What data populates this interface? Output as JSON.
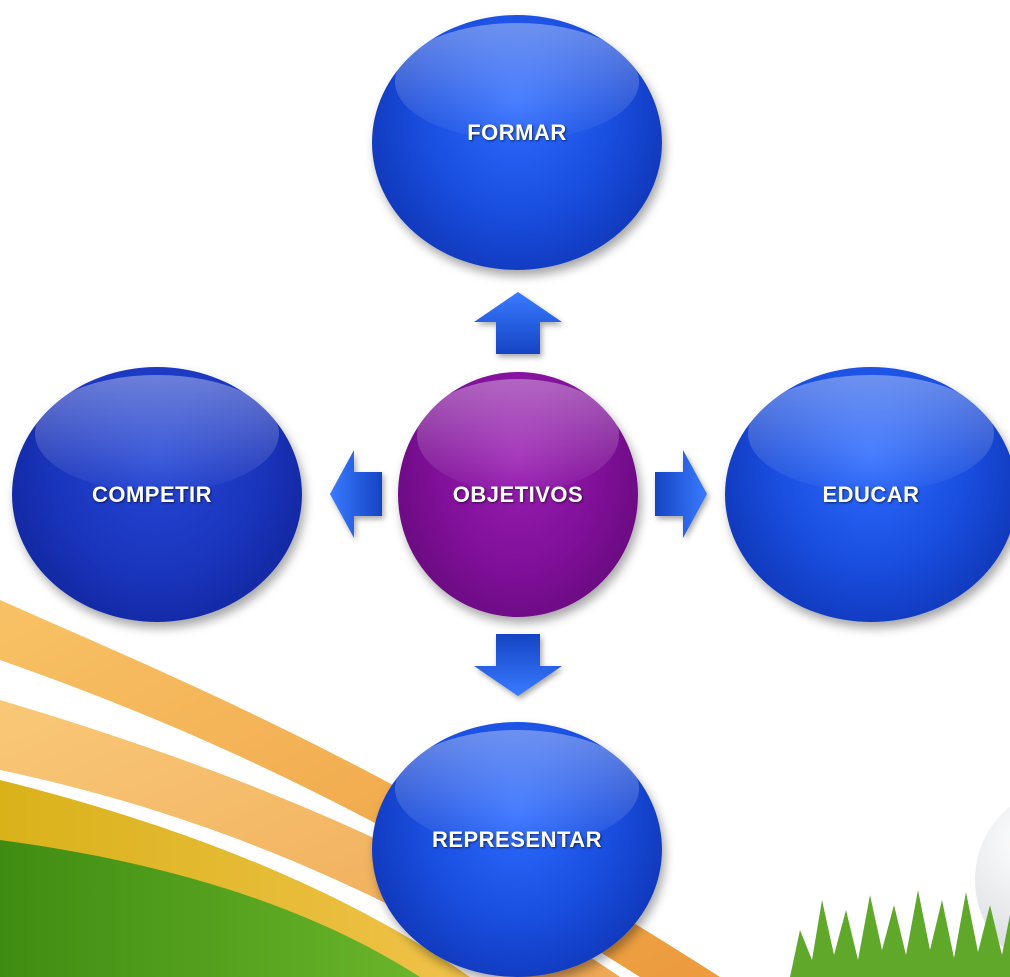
{
  "diagram": {
    "center": {
      "label": "OBJETIVOS"
    },
    "nodes": {
      "top": {
        "label": "FORMAR"
      },
      "left": {
        "label": "COMPETIR"
      },
      "right": {
        "label": "EDUCAR"
      },
      "bottom": {
        "label": "REPRESENTAR"
      }
    },
    "colors": {
      "node_blue": "#1a4fe0",
      "node_navy": "#1a35bd",
      "node_center_purple": "#7f0f98",
      "arrow_blue": "#1e55d8",
      "decor_orange": "#f39a1e",
      "decor_green": "#4a9a1a"
    }
  }
}
